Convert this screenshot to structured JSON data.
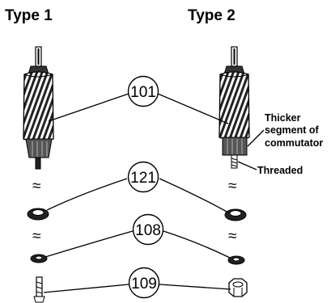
{
  "headers": {
    "type1": "Type 1",
    "type2": "Type 2"
  },
  "callouts": {
    "armature": "101",
    "washer_large": "121",
    "washer_small": "108",
    "fastener": "109"
  },
  "notes": {
    "thicker_line1": "Thicker",
    "thicker_line2": "segment of",
    "thicker_line3": "commutator",
    "threaded": "Threaded"
  },
  "break_symbol": "≈"
}
